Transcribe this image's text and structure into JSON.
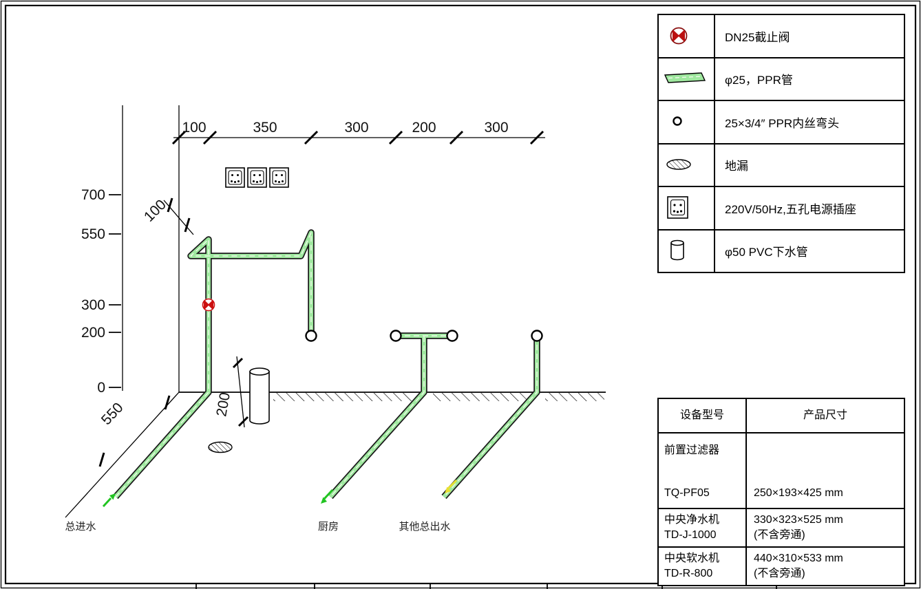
{
  "drawing": {
    "y_axis": {
      "labels": [
        "700",
        "550",
        "300",
        "200",
        "0"
      ]
    },
    "top_dims": [
      "100",
      "350",
      "300",
      "200",
      "300"
    ],
    "dim_offset_100": "100",
    "dim_diag_550": "550",
    "dim_pvc_200": "200",
    "flow_labels": {
      "main_inlet": "总进水",
      "kitchen": "厨房",
      "other_outlet": "其他总出水"
    }
  },
  "legend": {
    "rows": [
      {
        "icon": "stop-valve-icon",
        "label": "DN25截止阀"
      },
      {
        "icon": "ppr-pipe-icon",
        "label": "φ25，PPR管"
      },
      {
        "icon": "elbow-icon",
        "label": "25×3/4″ PPR内丝弯头"
      },
      {
        "icon": "floor-drain-icon",
        "label": "地漏"
      },
      {
        "icon": "power-socket-icon",
        "label": "220V/50Hz,五孔电源插座"
      },
      {
        "icon": "pvc-pipe-icon",
        "label": "φ50 PVC下水管"
      }
    ]
  },
  "equipment_table": {
    "headers": {
      "model": "设备型号",
      "size": "产品尺寸"
    },
    "rows": [
      {
        "model_line1": "前置过滤器",
        "model_line2": "TQ-PF05",
        "size_line1": "250×193×425 mm",
        "size_line2": ""
      },
      {
        "model_line1": "中央净水机",
        "model_line2": "TD-J-1000",
        "size_line1": "330×323×525 mm",
        "size_line2": "(不含旁通)"
      },
      {
        "model_line1": "中央软水机",
        "model_line2": "TD-R-800",
        "size_line1": "440×310×533 mm",
        "size_line2": "(不含旁通)"
      }
    ]
  },
  "colors": {
    "pipe_fill": "#9fe89f",
    "pipe_outline": "#1a1a1a",
    "pipe_dash": "#eef9e8",
    "valve_red": "#cc1111",
    "arrow_green": "#21c421",
    "arrow_yellow": "#e8e030",
    "line_black": "#000000",
    "background": "#ffffff"
  }
}
